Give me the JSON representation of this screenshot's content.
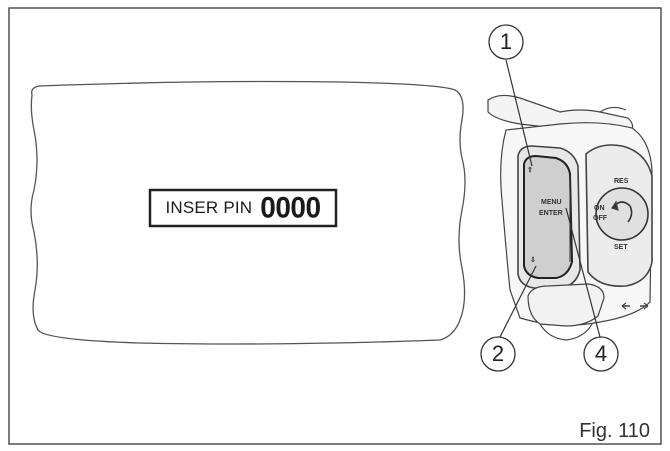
{
  "display": {
    "label": "INSER PIN",
    "value": "0000"
  },
  "switch": {
    "menu_label": "MENU",
    "enter_label": "ENTER",
    "res_label": "RES",
    "set_label": "SET",
    "on_label": "ON",
    "off_label": "OFF",
    "up_arrow": "⇧",
    "down_arrow": "⇩"
  },
  "callouts": {
    "c1": "1",
    "c2": "2",
    "c4": "4"
  },
  "caption": "Fig. 110"
}
